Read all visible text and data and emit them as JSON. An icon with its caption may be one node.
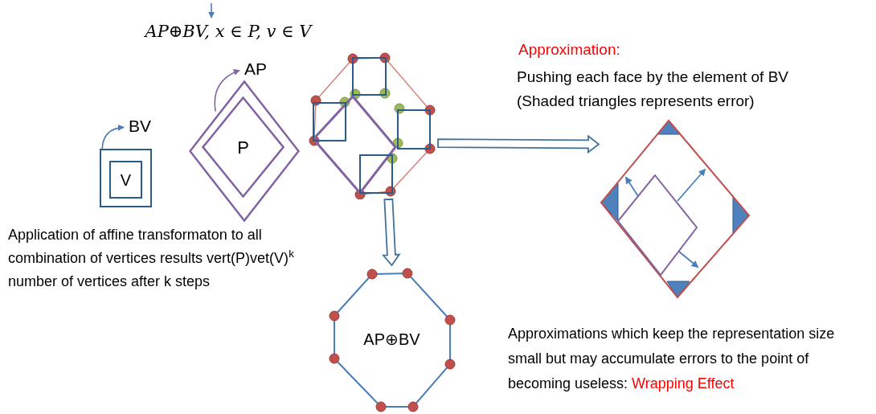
{
  "diagram": {
    "nodes": [
      {
        "text": [
          "AP⊕BV, x ∈ P, v ∈ V"
        ]
      },
      {
        "text": [
          "AP"
        ]
      },
      {
        "text": [
          "BV"
        ]
      },
      {
        "text": [],
        "shape": "box"
      },
      {
        "text": [
          "V"
        ],
        "in": 3
      },
      {
        "text": [],
        "shape": "diamond"
      },
      {
        "text": [
          "P"
        ],
        "in": 5
      },
      {
        "text": [],
        "shape": "picture"
      },
      {
        "text": [
          "AP⊕BV"
        ]
      },
      {
        "text": [],
        "shape": "picture"
      }
    ],
    "edges": [
      {
        "from": null,
        "to": 0,
        "arrow": "to"
      },
      {
        "from": 5,
        "to": 1,
        "arrow": "to",
        "color": "#8064a2"
      },
      {
        "from": 3,
        "to": 2,
        "arrow": "to"
      },
      {
        "from": 7,
        "to": 8,
        "arrow": "to",
        "style": "thick"
      },
      {
        "from": 7,
        "to": 9,
        "arrow": "to",
        "style": "thick"
      }
    ],
    "labels": [
      "Approximation:",
      "Pushing each face by the element of BV",
      "(Shaded triangles represents error)",
      "Application of affine transformaton to all combination of vertices results vert(P)vet(V)$^{k}$ number of vertices after k steps",
      "Approximations which keep the representation size small but may accumulate errors to the point of becoming useless:",
      "Wrapping Effect"
    ]
  }
}
